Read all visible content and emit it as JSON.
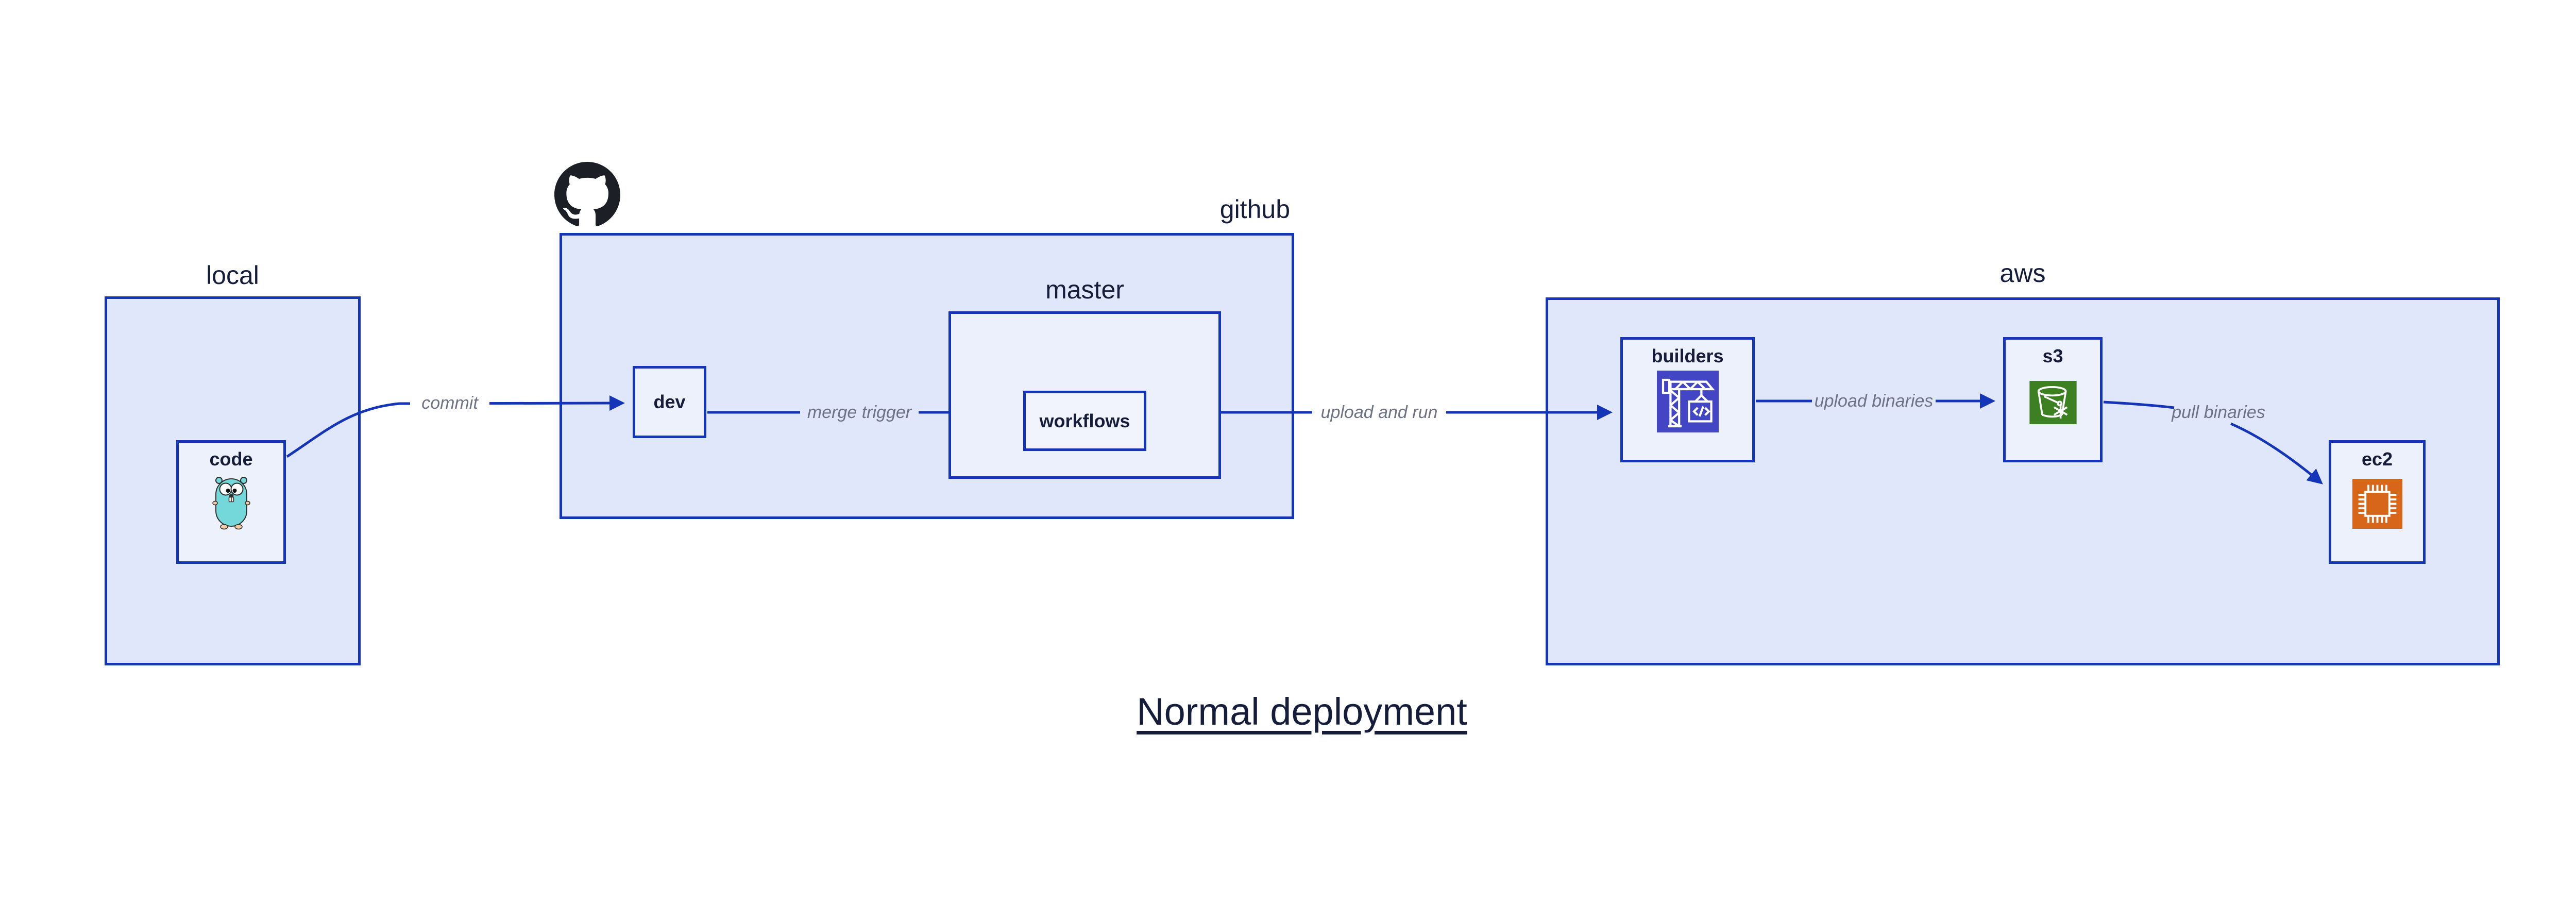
{
  "title": "Normal deployment",
  "groups": [
    {
      "id": "local",
      "label": "local"
    },
    {
      "id": "github",
      "label": "github"
    },
    {
      "id": "master",
      "label": "master"
    },
    {
      "id": "aws",
      "label": "aws"
    }
  ],
  "nodes": [
    {
      "id": "code",
      "label": "code",
      "icon": "go-gopher-icon"
    },
    {
      "id": "dev",
      "label": "dev",
      "icon": null
    },
    {
      "id": "workflows",
      "label": "workflows",
      "icon": null
    },
    {
      "id": "builders",
      "label": "builders",
      "icon": "aws-codebuild-crane-icon"
    },
    {
      "id": "s3",
      "label": "s3",
      "icon": "aws-s3-glacier-bucket-icon"
    },
    {
      "id": "ec2",
      "label": "ec2",
      "icon": "aws-ec2-chip-icon"
    }
  ],
  "edges": [
    {
      "from": "code",
      "to": "dev",
      "label": "commit"
    },
    {
      "from": "dev",
      "to": "workflows",
      "label": "merge trigger"
    },
    {
      "from": "workflows",
      "to": "builders",
      "label": "upload and run"
    },
    {
      "from": "builders",
      "to": "s3",
      "label": "upload binaries"
    },
    {
      "from": "s3",
      "to": "ec2",
      "label": "pull binaries"
    }
  ],
  "logos": {
    "github_mark": "github-octocat-icon"
  },
  "colors": {
    "border_blue": "#1435b8",
    "arrow_blue": "#1435b8",
    "group_fill": "#e1e7fa",
    "node_fill": "#edf1fb",
    "master_fill": "#ecf0fc",
    "workflows_fill": "#f1f4fd",
    "label_navy": "#151d3b",
    "edge_label_gray": "#6d7285",
    "octocat_black": "#1c2026",
    "codebuild_indigo": "#4246c5",
    "s3_glacier_green": "#3d8022",
    "ec2_orange": "#d8661a",
    "gopher_teal": "#74d7d9"
  }
}
